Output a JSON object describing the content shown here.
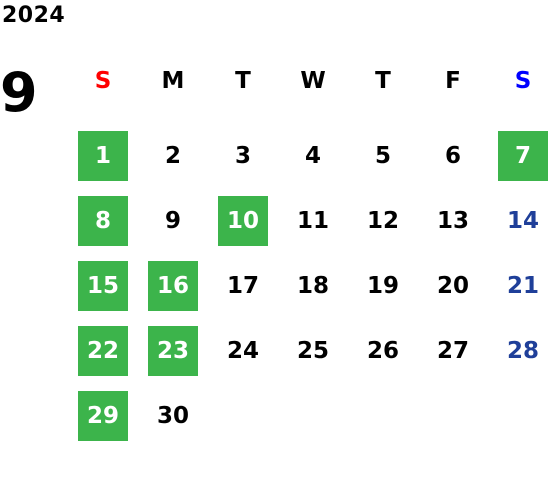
{
  "calendar": {
    "year": "2024",
    "month": "9",
    "weekdays": [
      {
        "label": "S",
        "color": "#ff0000"
      },
      {
        "label": "M",
        "color": "#000000"
      },
      {
        "label": "T",
        "color": "#000000"
      },
      {
        "label": "W",
        "color": "#000000"
      },
      {
        "label": "T",
        "color": "#000000"
      },
      {
        "label": "F",
        "color": "#000000"
      },
      {
        "label": "S",
        "color": "#0000ff"
      }
    ],
    "start_weekday_index": 0,
    "days": [
      {
        "label": "1",
        "highlighted": true
      },
      {
        "label": "2",
        "highlighted": false
      },
      {
        "label": "3",
        "highlighted": false
      },
      {
        "label": "4",
        "highlighted": false
      },
      {
        "label": "5",
        "highlighted": false
      },
      {
        "label": "6",
        "highlighted": false
      },
      {
        "label": "7",
        "highlighted": true
      },
      {
        "label": "8",
        "highlighted": true
      },
      {
        "label": "9",
        "highlighted": false
      },
      {
        "label": "10",
        "highlighted": true
      },
      {
        "label": "11",
        "highlighted": false
      },
      {
        "label": "12",
        "highlighted": false
      },
      {
        "label": "13",
        "highlighted": false
      },
      {
        "label": "14",
        "highlighted": false
      },
      {
        "label": "15",
        "highlighted": true
      },
      {
        "label": "16",
        "highlighted": true
      },
      {
        "label": "17",
        "highlighted": false
      },
      {
        "label": "18",
        "highlighted": false
      },
      {
        "label": "19",
        "highlighted": false
      },
      {
        "label": "20",
        "highlighted": false
      },
      {
        "label": "21",
        "highlighted": false
      },
      {
        "label": "22",
        "highlighted": true
      },
      {
        "label": "23",
        "highlighted": true
      },
      {
        "label": "24",
        "highlighted": false
      },
      {
        "label": "25",
        "highlighted": false
      },
      {
        "label": "26",
        "highlighted": false
      },
      {
        "label": "27",
        "highlighted": false
      },
      {
        "label": "28",
        "highlighted": false
      },
      {
        "label": "29",
        "highlighted": true
      },
      {
        "label": "30",
        "highlighted": false
      }
    ]
  },
  "colors": {
    "highlight_bg": "#3cb44b",
    "highlight_text": "#ffffff",
    "default_text": "#000000",
    "saturday_text": "#1f3f99"
  }
}
